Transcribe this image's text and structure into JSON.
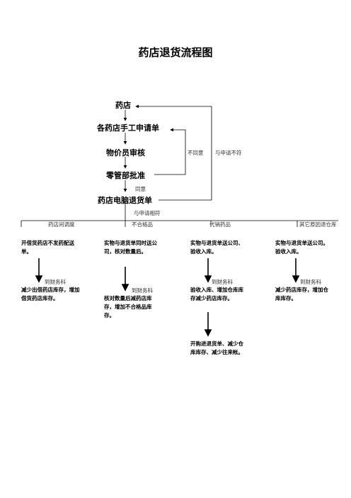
{
  "title": "药店退货流程图",
  "nodes": {
    "pharmacy": "药店",
    "manual_request": "各药店手工申请单",
    "price_review": "物价员审核",
    "retail_approval": "零管部批准",
    "electronic_return": "药店电脑退货单"
  },
  "labels": {
    "disagree": "不同意",
    "mismatch": "与申请不符",
    "agree": "同意",
    "match": "与申请相符",
    "to_finance": "到财务科"
  },
  "branches": [
    {
      "name": "药店间调度",
      "step1": "开借货药店不发药配送单。",
      "step2": "减少出借药店库存，增加借货药店库存。"
    },
    {
      "name": "不合格品",
      "step1": "实物与退货单同时送公司，核对数量后。",
      "step2": "核对数量后减药店库存，增加不合格品库存。"
    },
    {
      "name": "代销药品",
      "step1": "实物与退货单送公司、验收入库。",
      "step2": "验收入库、增加仓库库存减少药店库存。",
      "step3": "开购进退货单、减少仓库库存、减少往来帐。"
    },
    {
      "name": "其它原因退仓库",
      "step1": "实物与退货单送公司。验收入库。",
      "step2": "减少药店库存，增加仓库库存。"
    }
  ]
}
